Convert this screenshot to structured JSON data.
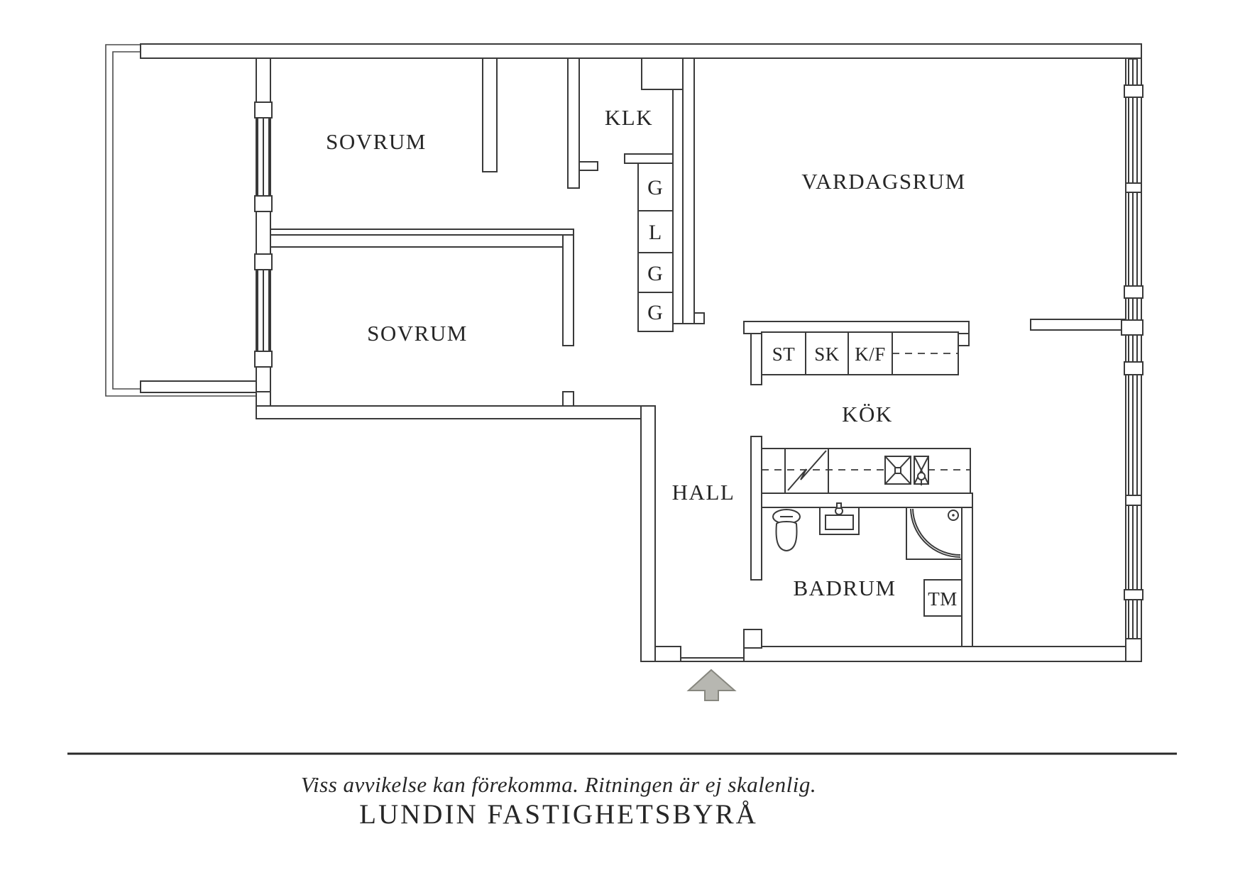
{
  "plan": {
    "rooms": {
      "sovrum1": "SOVRUM",
      "sovrum2": "SOVRUM",
      "klk": "KLK",
      "vardagsrum": "VARDAGSRUM",
      "kok": "KÖK",
      "hall": "HALL",
      "badrum": "BADRUM"
    },
    "storage": {
      "g1": "G",
      "l": "L",
      "g2": "G",
      "g3": "G",
      "st": "ST",
      "sk": "SK",
      "kf": "K/F",
      "tm": "TM"
    }
  },
  "footer": {
    "disclaimer": "Viss avvikelse kan förekomma. Ritningen är ej skalenlig.",
    "brand": "LUNDIN FASTIGHETSBYRÅ"
  },
  "colors": {
    "line": "#3a3a3a",
    "arrow_fill": "#b7b7b1",
    "arrow_stroke": "#87877f",
    "background": "#ffffff"
  }
}
